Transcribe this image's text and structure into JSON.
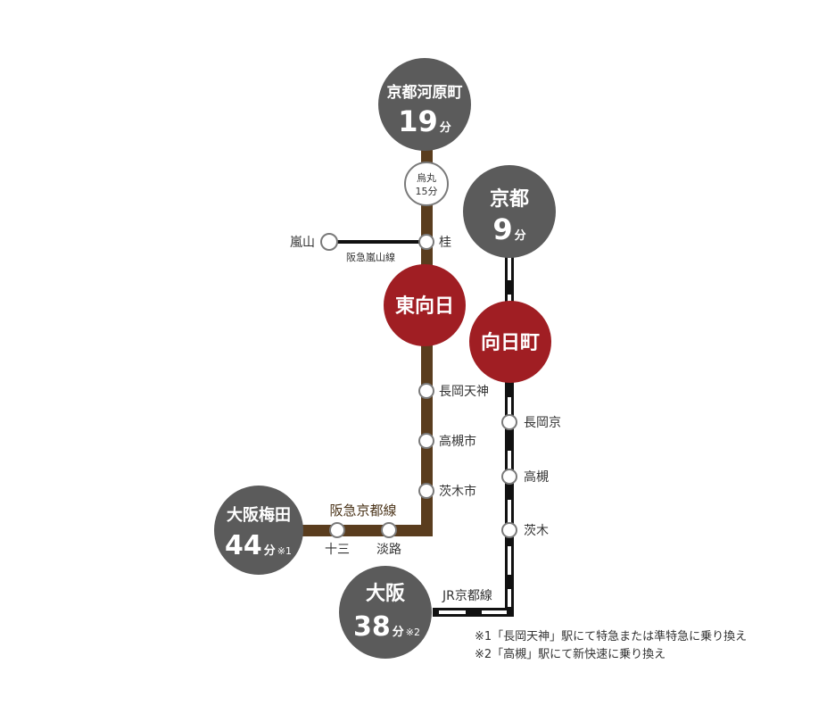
{
  "colors": {
    "hankyu_line": "#5a3d1e",
    "jr_line": "#111111",
    "terminal_circle": "#5b5b5b",
    "highlight_circle": "#a01e23",
    "station_stroke": "#7a7a7a"
  },
  "hankyu": {
    "line_name": "阪急京都線",
    "branch_name": "阪急嵐山線",
    "kyoto_kawaramachi": {
      "name": "京都河原町",
      "minutes": "19",
      "unit": "分"
    },
    "karasuma": {
      "name": "烏丸",
      "time": "15分"
    },
    "katsura": "桂",
    "arashiyama": "嵐山",
    "higashi_muko": "東向日",
    "nagaoka_tenjin": "長岡天神",
    "takatsuki_shi": "高槻市",
    "ibaraki_shi": "茨木市",
    "awaji": "淡路",
    "juso": "十三",
    "osaka_umeda": {
      "name": "大阪梅田",
      "minutes": "44",
      "unit": "分",
      "note_mark": "※1"
    }
  },
  "jr": {
    "line_name": "JR京都線",
    "kyoto": {
      "name": "京都",
      "minutes": "9",
      "unit": "分"
    },
    "mukomachi": "向日町",
    "nagaokakyo": "長岡京",
    "takatsuki": "高槻",
    "ibaraki": "茨木",
    "osaka": {
      "name": "大阪",
      "minutes": "38",
      "unit": "分",
      "note_mark": "※2"
    }
  },
  "notes": [
    "※1「長岡天神」駅にて特急または準特急に乗り換え",
    "※2「高槻」駅にて新快速に乗り換え"
  ]
}
